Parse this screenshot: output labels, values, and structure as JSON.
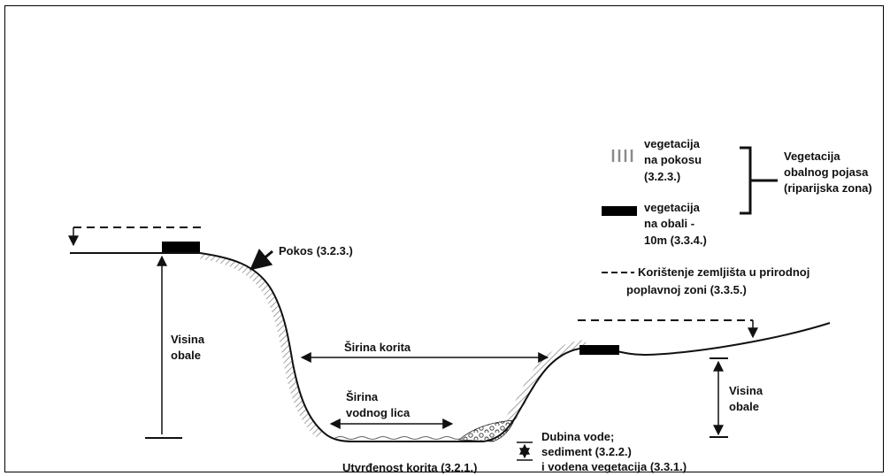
{
  "labels": {
    "pokos": "Pokos (3.2.3.)",
    "visina_left": [
      "Visina",
      "obale"
    ],
    "visina_right": [
      "Visina",
      "obale"
    ],
    "sirina_korita": "Širina korita",
    "sirina_vodnog_lica": [
      "Širina",
      "vodnog lica"
    ],
    "utvrdenost_korita": "Utvrđenost korita (3.2.1.)",
    "dubina_vode": [
      "Dubina vode;",
      "sediment (3.2.2.)",
      "i vodena vegetacija (3.3.1.)"
    ]
  },
  "legend": {
    "vegetacija_pokos": [
      "vegetacija",
      "na pokosu",
      "(3.2.3.)"
    ],
    "vegetacija_obala": [
      "vegetacija",
      "na obali -",
      "10m (3.3.4.)"
    ],
    "bracket_label": [
      "Vegetacija",
      "obalnog pojasa",
      "(riparijska zona)"
    ],
    "koristenje": [
      "Korištenje zemljišta u prirodnoj",
      "poplavnoj zoni (3.3.5.)"
    ]
  },
  "colors": {
    "line": "#111111",
    "hatch": "#888888",
    "background": "#ffffff"
  }
}
